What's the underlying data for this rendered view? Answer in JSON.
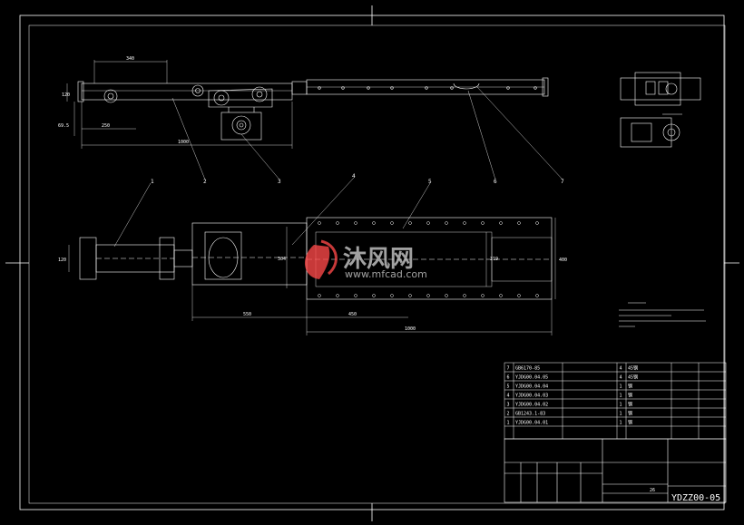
{
  "drawing": {
    "drawing_number": "YDZZ00-05",
    "sheet_count_label": "26",
    "watermark": {
      "brand": "沐风网",
      "url": "www.mfcad.com"
    },
    "colors": {
      "background": "#000000",
      "line": "#ffffff",
      "accent": "#ff4a4a"
    }
  },
  "top_view": {
    "dims": {
      "d340": "340",
      "d120": "120",
      "d695": "69.5",
      "d250": "250",
      "d1000": "1000"
    },
    "balloons": [
      "2",
      "3",
      "6",
      "7"
    ]
  },
  "plan_view": {
    "dims": {
      "d550": "550",
      "d450": "450",
      "d1000": "1000",
      "d400": "400",
      "d120": "120",
      "d304": "304",
      "d319": "319"
    },
    "balloons": [
      "1",
      "4",
      "5"
    ]
  },
  "bom_rows": [
    {
      "no": "7",
      "code": "GB6170-85",
      "qty": "4",
      "mat": "45钢"
    },
    {
      "no": "6",
      "code": "YJDG00.04.05",
      "qty": "4",
      "mat": "45钢"
    },
    {
      "no": "5",
      "code": "YJDG00.04.04",
      "qty": "1",
      "mat": "钢"
    },
    {
      "no": "4",
      "code": "YJDG00.04.03",
      "qty": "1",
      "mat": "钢"
    },
    {
      "no": "3",
      "code": "YJDG00.04.02",
      "qty": "1",
      "mat": "钢"
    },
    {
      "no": "2",
      "code": "GB1243.1-83",
      "qty": "1",
      "mat": "钢"
    },
    {
      "no": "1",
      "code": "YJDG00.04.01",
      "qty": "1",
      "mat": "钢"
    }
  ]
}
